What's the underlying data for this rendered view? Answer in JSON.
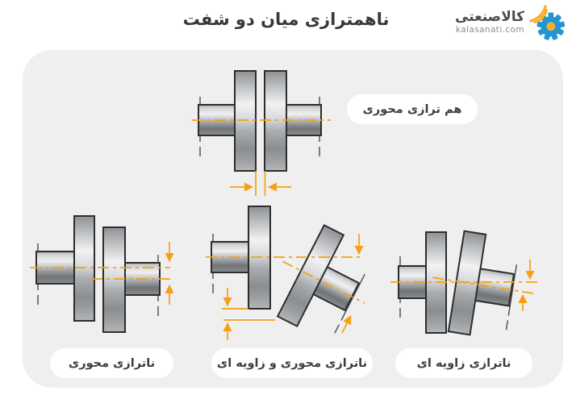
{
  "page": {
    "title": "ناهمترازی میان دو شفت"
  },
  "logo": {
    "brand": "کالاصنعتی",
    "domain": "kalasanati.com",
    "icon": "gear-signal-icon",
    "gear_color": "#2196D3",
    "signal_color": "#F9AF2E"
  },
  "diagram_labels": {
    "aligned": "هم ترازی محوری",
    "parallel_misalignment": "ناترازی محوری",
    "combined_misalignment": "ناترازی محوری و زاویه ای",
    "angular_misalignment": "ناترازی زاویه ای"
  },
  "colors": {
    "background": "#ffffff",
    "card_background": "#efefef",
    "accent_orange": "#F5A014",
    "metal_outline": "#2d2d2d",
    "title_text": "#383838",
    "label_text": "#3d3d3d"
  }
}
